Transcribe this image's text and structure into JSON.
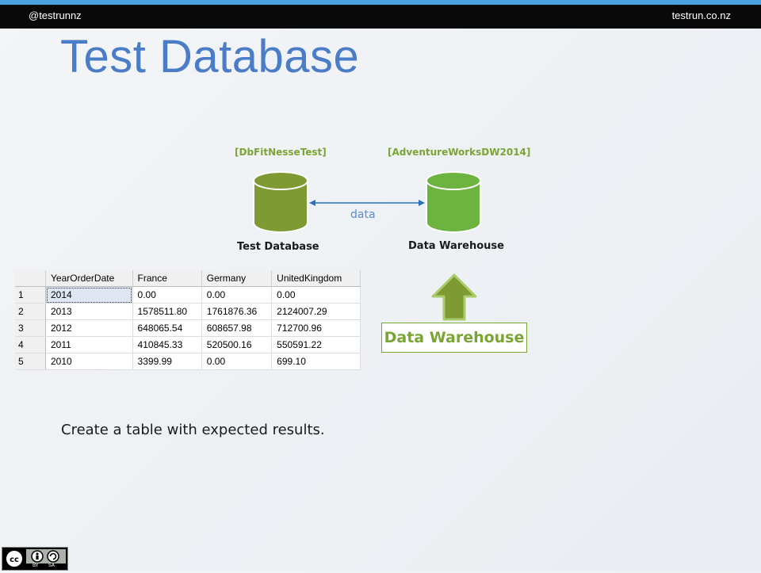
{
  "header": {
    "left_handle": "@testrunnz",
    "right_site": "testrun.co.nz"
  },
  "slide": {
    "title": "Test Database",
    "body_text": "Create a table with expected results."
  },
  "diagram": {
    "source_db": {
      "bracket_label": "[DbFitNesseTest]",
      "caption": "Test Database",
      "color": "#7d9a33"
    },
    "target_db": {
      "bracket_label": "[AdventureWorksDW2014]",
      "caption": "Data Warehouse",
      "color": "#6db33f"
    },
    "connector_label": "data",
    "action_box_label": "Data Warehouse"
  },
  "results_table": {
    "columns": [
      "",
      "YearOrderDate",
      "France",
      "Germany",
      "UnitedKingdom"
    ],
    "rows": [
      [
        "1",
        "2014",
        "0.00",
        "0.00",
        "0.00"
      ],
      [
        "2",
        "2013",
        "1578511.80",
        "1761876.36",
        "2124007.29"
      ],
      [
        "3",
        "2012",
        "648065.54",
        "608657.98",
        "712700.96"
      ],
      [
        "4",
        "2011",
        "410845.33",
        "520500.16",
        "550591.22"
      ],
      [
        "5",
        "2010",
        "3399.99",
        "0.00",
        "699.10"
      ]
    ]
  },
  "license_badge": {
    "text_by": "BY",
    "text_sa": "SA"
  },
  "colors": {
    "title_blue": "#4a7cc7",
    "accent_green": "#7aa534",
    "header_black": "#0a0a0a",
    "accent_strip": "#4aa3df"
  }
}
